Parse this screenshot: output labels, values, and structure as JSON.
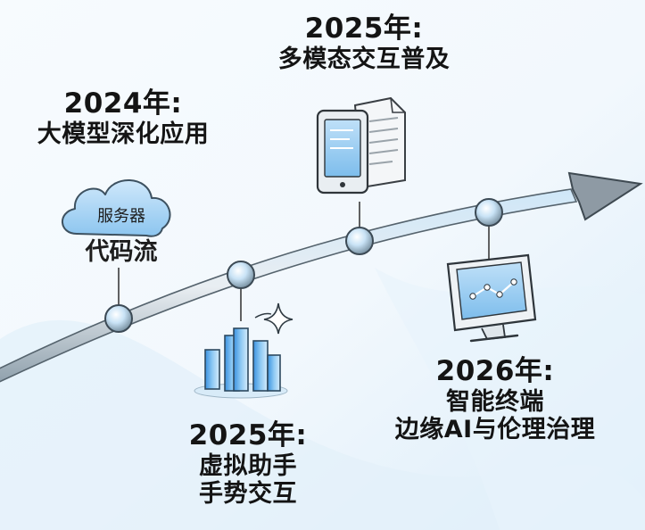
{
  "milestones": [
    {
      "year": "2024年:",
      "lines": [
        "大模型深化应用"
      ]
    },
    {
      "year": "2025年:",
      "lines": [
        "多模态交互普及"
      ]
    },
    {
      "year": "2025年:",
      "lines": [
        "虚拟助手",
        "手势交互"
      ]
    },
    {
      "year": "2026年:",
      "lines": [
        "智能终端",
        "边缘AI与伦理治理"
      ]
    }
  ],
  "cloud": {
    "tag": "服务器",
    "caption": "代码流"
  },
  "colors": {
    "accent_blue": "#4aa3e8",
    "light_blue": "#bfe0f7",
    "arrow_gray": "#7d8a94",
    "ink": "#2a2a2a"
  },
  "icons": [
    "cloud-icon",
    "tablet-document-icon",
    "bar-chart-sparkle-icon",
    "monitor-graph-icon"
  ]
}
